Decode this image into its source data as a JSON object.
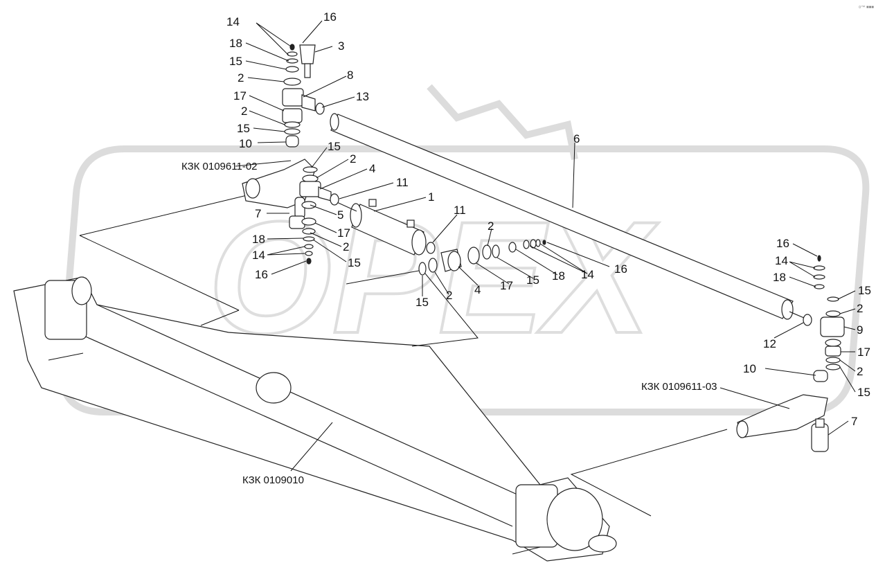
{
  "assembly_codes": {
    "knuckle_left": "КЗК 0109611-02",
    "knuckle_right": "КЗК 0109611-03",
    "axle": "КЗК 0109010"
  },
  "watermark": "OPEX",
  "corner_mark": "¤™ ■■■",
  "callouts": {
    "n14_top": "14",
    "n16_top": "16",
    "n18_top": "18",
    "n3": "3",
    "n15_top": "15",
    "n2_top": "2",
    "n8": "8",
    "n17_top": "17",
    "n13": "13",
    "n2_b": "2",
    "n15_b": "15",
    "n10_top": "10",
    "n15_c": "15",
    "n2_c": "2",
    "n4_top": "4",
    "n11_top": "11",
    "n1": "1",
    "n6": "6",
    "n7_left": "7",
    "n5": "5",
    "n17_b": "17",
    "n18_b": "18",
    "n2_d": "2",
    "n14_b": "14",
    "n15_d": "15",
    "n16_b": "16",
    "n11_mid": "11",
    "n2_mid": "2",
    "n15_mid": "15",
    "n2_mid2": "2",
    "n4_mid": "4",
    "n17_mid": "17",
    "n15_mid2": "15",
    "n18_mid": "18",
    "n14_mid": "14",
    "n16_mid": "16",
    "n16_right": "16",
    "n14_right": "14",
    "n18_right": "18",
    "n15_right": "15",
    "n2_right": "2",
    "n9": "9",
    "n12": "12",
    "n17_right": "17",
    "n2_right2": "2",
    "n10_right": "10",
    "n15_right2": "15",
    "n7_right": "7"
  }
}
